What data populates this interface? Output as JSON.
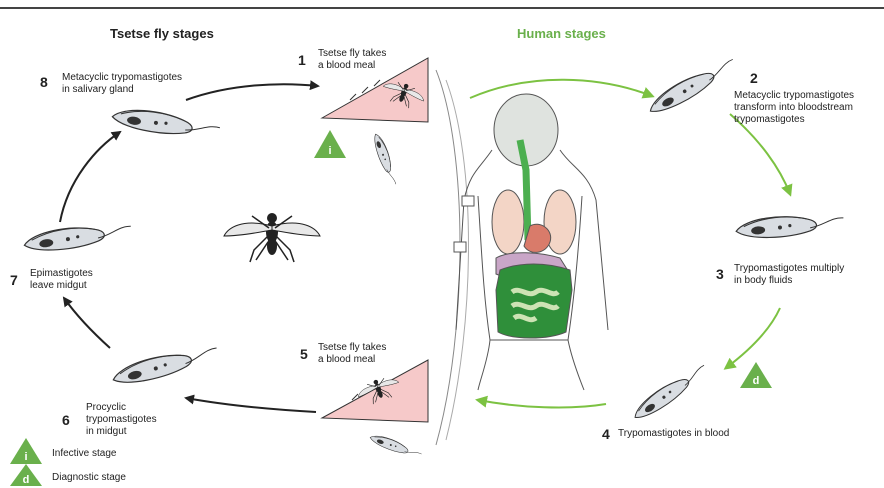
{
  "sections": {
    "fly": "Tsetse fly stages",
    "human": "Human stages"
  },
  "colors": {
    "fly_arrow": "#222222",
    "human_arrow": "#7cc242",
    "human_title": "#6ab04c",
    "skin": "#f6c9c9",
    "legend_triangle": "#6ab04c"
  },
  "stages": [
    {
      "num": "1",
      "label": "Tsetse fly takes\na blood meal"
    },
    {
      "num": "2",
      "label": "Metacyclic trypomastigotes\ntransform into bloodstream\ntrypomastigotes"
    },
    {
      "num": "3",
      "label": "Trypomastigotes multiply\nin body fluids"
    },
    {
      "num": "4",
      "label": "Trypomastigotes in blood"
    },
    {
      "num": "5",
      "label": "Tsetse fly takes\na blood meal"
    },
    {
      "num": "6",
      "label": "Procyclic\ntrypomastigotes\nin midgut"
    },
    {
      "num": "7",
      "label": "Epimastigotes\nleave midgut"
    },
    {
      "num": "8",
      "label": "Metacyclic trypomastigotes\nin salivary gland"
    }
  ],
  "markers": {
    "infective": "i",
    "diagnostic": "d"
  },
  "legend": [
    {
      "symbol": "i",
      "label": "Infective stage"
    },
    {
      "symbol": "d",
      "label": "Diagnostic stage"
    }
  ]
}
